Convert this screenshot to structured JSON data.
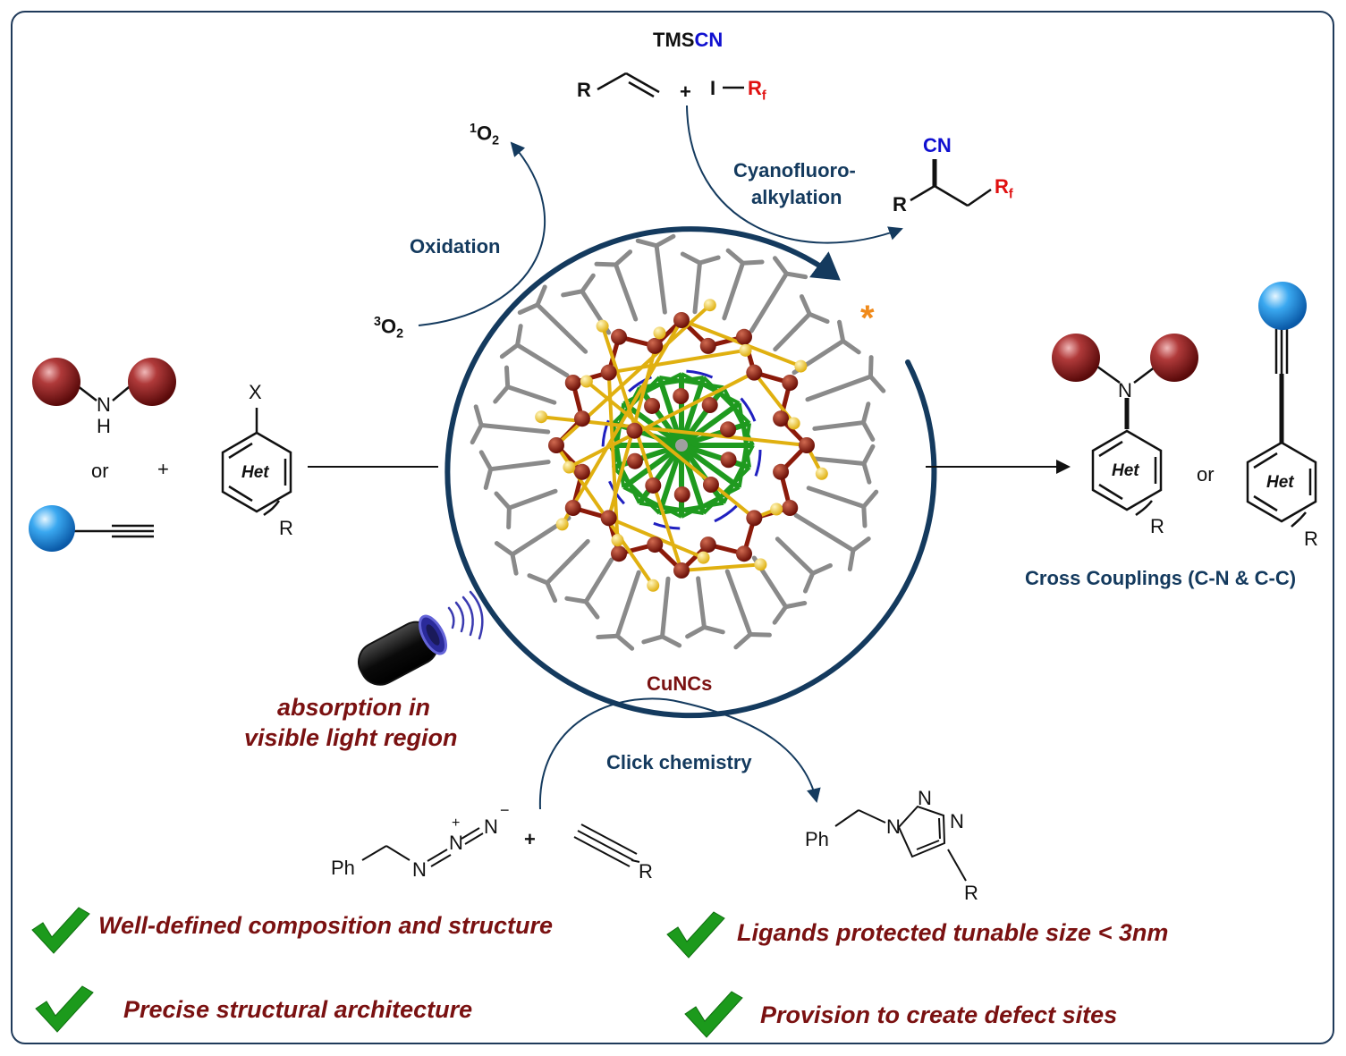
{
  "reagents_top": {
    "tmscn_prefix": "TMS",
    "tmscn_cn": "CN",
    "r": "R",
    "plus": "+",
    "iodide_i": "I",
    "rf_r": "R",
    "rf_sub": "f"
  },
  "product_top": {
    "cn": "CN",
    "r": "R",
    "rf_r": "R",
    "rf_sub": "f"
  },
  "cyanofluoro_label": {
    "line1": "Cyanofluoro-",
    "line2": "alkylation"
  },
  "oxidation": {
    "label": "Oxidation",
    "singlet_sup": "1",
    "singlet_o": "O",
    "singlet_sub": "2",
    "triplet_sup": "3",
    "triplet_o": "O",
    "triplet_sub": "2"
  },
  "excited_star": "*",
  "left_reagents": {
    "amine_n": "N",
    "amine_h": "H",
    "or": "or",
    "plus": "+",
    "halide_x": "X",
    "het": "Het",
    "r": "R"
  },
  "right_products": {
    "n": "N",
    "het1": "Het",
    "r1": "R",
    "or": "or",
    "het2": "Het",
    "r2": "R",
    "caption": "Cross Couplings (C-N & C-C)"
  },
  "catalyst_label": "CuNCs",
  "light_label": {
    "line1": "absorption in",
    "line2": "visible light region"
  },
  "click": {
    "label": "Click chemistry",
    "ph1": "Ph",
    "n1": "N",
    "n2": "N",
    "n3": "N",
    "plus_charge": "+",
    "minus_charge": "−",
    "plus": "+",
    "r_alkyne": "R",
    "ph2": "Ph",
    "t_n1": "N",
    "t_n2": "N",
    "t_n3": "N",
    "t_r": "R"
  },
  "features": [
    "Well-defined composition and structure",
    "Ligands protected tunable size < 3nm",
    "Precise structural architecture",
    "Provision to create defect sites"
  ],
  "colors": {
    "navy": "#143a5e",
    "maroon": "#7a1111",
    "check_green": "#1c9a1c",
    "cn_blue": "#1010d0",
    "rf_red": "#e01010",
    "star_orange": "#f08a1a",
    "copper": "#8b1a0a",
    "sulfur": "#f0c830",
    "bond_green": "#1f9a1f",
    "ligand_grey": "#8a8a8a"
  }
}
